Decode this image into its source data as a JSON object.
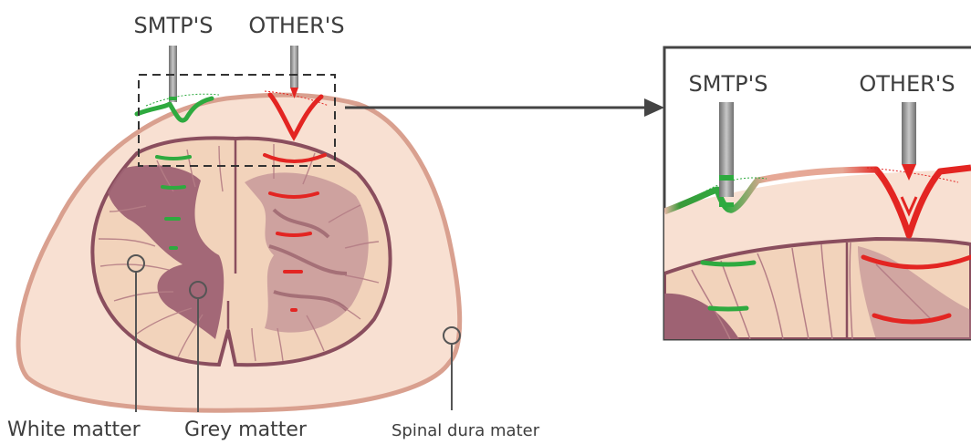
{
  "left_panel": {
    "probe_a_label": "SMTP'S",
    "probe_b_label": "OTHER'S"
  },
  "zoom_panel": {
    "probe_a_label": "SMTP'S",
    "probe_b_label": "OTHER'S"
  },
  "callouts": {
    "white_matter": "White matter",
    "grey_matter": "Grey matter",
    "spinal_dura_mater": "Spinal dura mater"
  },
  "colors": {
    "dura": "#f8e0d2",
    "dura_outline": "#d9a08f",
    "white_matter": "#f2d3bb",
    "grey_matter": "#9e6273",
    "smtp_green": "#2eaa3f",
    "others_red": "#e32522"
  }
}
